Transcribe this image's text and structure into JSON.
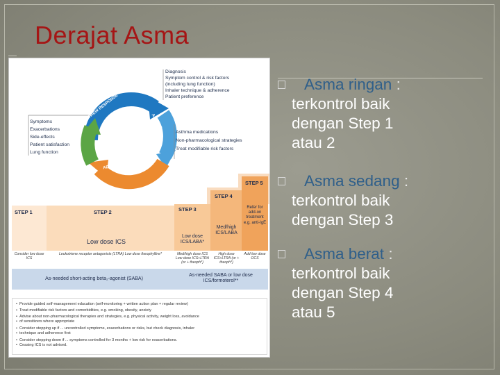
{
  "slide": {
    "title": "Derajat Asma"
  },
  "figure": {
    "right_top_list": [
      "Diagnosis",
      "Symptom control & risk factors",
      "(including lung function)",
      "Inhaler technique & adherence",
      "Patient preference"
    ],
    "left_list": [
      "Symptoms",
      "Exacerbations",
      "Side-effects",
      "Patient satisfaction",
      "Lung function"
    ],
    "right_mid_list": [
      "Asthma medications",
      "Non-pharmacological strategies",
      "Treat modifiable risk factors"
    ],
    "cycle": {
      "response": "REVIEW RESPONSE",
      "assess": "ASSESS",
      "adjust": "ADJUST TREATMENT"
    },
    "steps": {
      "step1": "STEP 1",
      "step2": "STEP 2",
      "step3": "STEP 3",
      "step4": "STEP 4",
      "step5": "STEP 5"
    },
    "preferred": {
      "step2": "Low dose ICS",
      "step3": "Low dose ICS/LABA*",
      "step4": "Med/high ICS/LABA",
      "step5": "Refer for add-on treatment e.g. anti-IgE"
    },
    "other": {
      "step1": "Consider low dose ICS",
      "step2": "Leukotriene receptor antagonists (LTRA) Low dose theophylline*",
      "step3": "Med/high dose ICS Low dose ICS+LTRA (or + theoph*)",
      "step4": "High dose ICS+LTRA (or + theoph*)",
      "step5": "Add low dose OCS"
    },
    "reliever": {
      "left": "As-needed short-acting beta₂-agonist (SABA)",
      "right": "As-needed SABA or low dose ICS/formoterol**"
    },
    "notes": [
      "Provide guided self-management education (self-monitoring + written action plan + regular review)",
      "Treat modifiable risk factors and comorbidities, e.g. smoking, obesity, anxiety",
      "Advise about non-pharmacological therapies and strategies, e.g. physical activity, weight loss, avoidance",
      "of sensitizers where appropriate",
      "Consider stepping up if ... uncontrolled symptoms, exacerbations or risks, but check diagnosis, inhaler",
      "technique and adherence first",
      "Consider stepping down if ... symptoms controlled for 3 months + low risk for exacerbations.",
      "Ceasing ICS is not advised."
    ]
  },
  "list": {
    "items": [
      {
        "bullet_icon": "checkbox-icon",
        "lead": "Asma ringan",
        "colon": " :",
        "lines": [
          "terkontrol baik",
          "dengan Step 1",
          "atau 2"
        ]
      },
      {
        "bullet_icon": "checkbox-icon",
        "lead": "Asma sedang",
        "colon": " :",
        "lines": [
          "terkontrol baik",
          "dengan Step 3"
        ]
      },
      {
        "bullet_icon": "checkbox-icon",
        "lead": "Asma berat",
        "colon": " :",
        "lines": [
          "terkontrol baik",
          "dengan Step 4",
          "atau 5"
        ]
      }
    ]
  },
  "colors": {
    "title": "#a51515",
    "lead_text": "#2f5f8a",
    "body_text": "#ffffff",
    "orange": "#f0a35b",
    "cycle_blue": "#1f78c1",
    "cycle_orange": "#ec8a2f",
    "cycle_green": "#5ba545"
  }
}
